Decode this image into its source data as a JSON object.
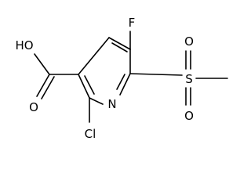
{
  "molecule": {
    "atoms": {
      "hydroxyl": "HO",
      "carbonyl_oxygen": "O",
      "fluorine": "F",
      "ring_nitrogen": "N",
      "chlorine": "Cl",
      "sulfur": "S",
      "sulfonyl_oxygen_top": "O",
      "sulfonyl_oxygen_bottom": "O"
    }
  }
}
